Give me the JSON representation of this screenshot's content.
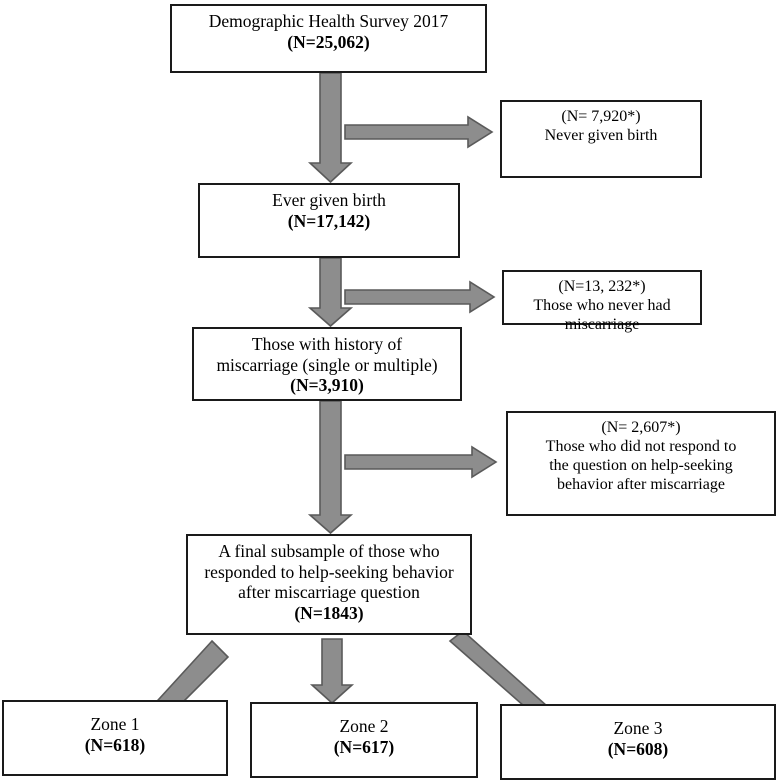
{
  "diagram": {
    "title": "Demographic Health Survey 2017 participant flow",
    "arrow_color": "#8d8d8d",
    "box_border_color": "#1a1a1a"
  },
  "main_flow": [
    {
      "id": "survey",
      "lines": [
        {
          "text": "Demographic Health Survey 2017",
          "bold": false
        },
        {
          "text": "(N=25,062)",
          "bold": true
        }
      ]
    },
    {
      "id": "ever-given-birth",
      "lines": [
        {
          "text": "Ever given birth",
          "bold": false
        },
        {
          "text": "(N=17,142)",
          "bold": true
        }
      ]
    },
    {
      "id": "history-of-miscarriage",
      "lines": [
        {
          "text": "Those with history of",
          "bold": false
        },
        {
          "text": "miscarriage (single or multiple)",
          "bold": false
        },
        {
          "text": "(N=3,910)",
          "bold": true
        }
      ]
    },
    {
      "id": "final-subsample",
      "lines": [
        {
          "text": "A final subsample of those who",
          "bold": false
        },
        {
          "text": "responded to help-seeking behavior",
          "bold": false
        },
        {
          "text": "after miscarriage question",
          "bold": false
        },
        {
          "text": "(N=1843)",
          "bold": true
        }
      ]
    }
  ],
  "exclusions": [
    {
      "id": "never-given-birth",
      "lines": [
        {
          "text": "(N= 7,920*)",
          "bold": false
        },
        {
          "text": "Never given birth",
          "bold": false
        }
      ]
    },
    {
      "id": "never-had-miscarriage",
      "lines": [
        {
          "text": "(N=13, 232*)",
          "bold": false
        },
        {
          "text": "Those who never had",
          "bold": false
        },
        {
          "text": "miscarriage",
          "bold": false
        }
      ]
    },
    {
      "id": "no-response",
      "lines": [
        {
          "text": "(N= 2,607*)",
          "bold": false
        },
        {
          "text": "Those who did not respond to",
          "bold": false
        },
        {
          "text": "the question on help-seeking",
          "bold": false
        },
        {
          "text": "behavior after miscarriage",
          "bold": false
        }
      ]
    }
  ],
  "zones": [
    {
      "id": "zone-1",
      "lines": [
        {
          "text": "Zone 1",
          "bold": false
        },
        {
          "text": "(N=618)",
          "bold": true
        }
      ]
    },
    {
      "id": "zone-2",
      "lines": [
        {
          "text": "Zone 2",
          "bold": false
        },
        {
          "text": "(N=617)",
          "bold": true
        }
      ]
    },
    {
      "id": "zone-3",
      "lines": [
        {
          "text": "Zone 3",
          "bold": false
        },
        {
          "text": "(N=608)",
          "bold": true
        }
      ]
    }
  ]
}
